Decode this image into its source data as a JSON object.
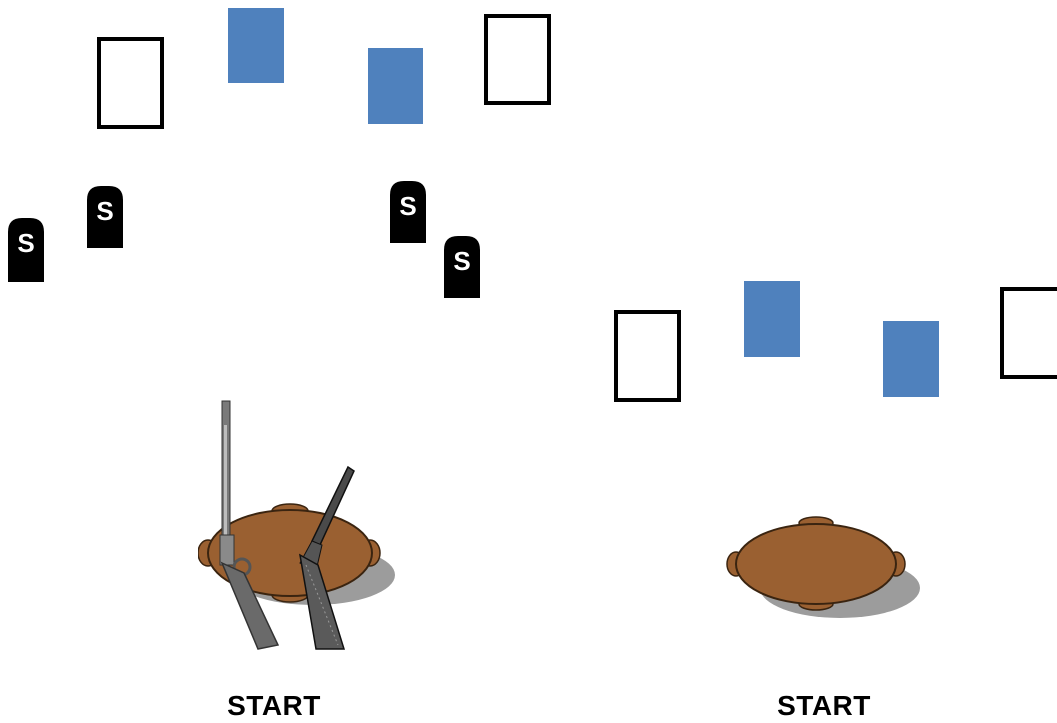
{
  "colors": {
    "card_fill": "#4f81bd",
    "card_outline": "#000000",
    "marker_fill": "#000000",
    "marker_letter": "#ffffff",
    "table_fill": "#9a6031",
    "table_shadow": "#9c9c9c"
  },
  "left_panel": {
    "cards": [
      "outline",
      "filled",
      "filled",
      "outline"
    ],
    "markers": [
      {
        "letter": "S",
        "icon": "s-marker-icon"
      },
      {
        "letter": "S",
        "icon": "s-marker-icon"
      },
      {
        "letter": "S",
        "icon": "s-marker-icon"
      },
      {
        "letter": "S",
        "icon": "s-marker-icon"
      }
    ],
    "table_icon": "oval-table-icon",
    "rifle_icons": [
      "rifle-icon",
      "musket-icon"
    ],
    "start_label": "START"
  },
  "right_panel": {
    "cards": [
      "outline",
      "filled",
      "filled",
      "outline"
    ],
    "table_icon": "oval-table-icon",
    "start_label": "START"
  }
}
